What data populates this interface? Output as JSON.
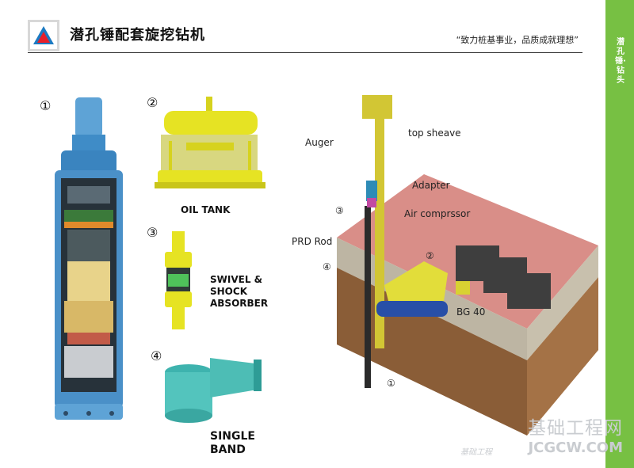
{
  "header": {
    "title": "潜孔锤配套旋挖钻机",
    "slogan": "“致力桩基事业，品质成就理想”"
  },
  "sidebar": {
    "text": "潜孔锤·钻头"
  },
  "components": [
    {
      "num": "①"
    },
    {
      "num": "②",
      "caption": "OIL TANK"
    },
    {
      "num": "③",
      "caption": "SWIVEL & SHOCK ABSORBER"
    },
    {
      "num": "④",
      "caption": "SINGLE BAND"
    }
  ],
  "rig_labels": {
    "top_sheave": "top sheave",
    "auger": "Auger",
    "adapter": "Adapter",
    "air_compressor": "Air comprssor",
    "prd_rod": "PRD Rod",
    "bg40": "BG 40",
    "n1": "①",
    "n2": "②",
    "n3": "③",
    "n4": "④"
  },
  "watermark": {
    "name": "基础工程网",
    "url": "JCGCW.COM",
    "small": "基础工程"
  },
  "colors": {
    "accent_green": "#77c043",
    "logo_red": "#e8202a",
    "logo_blue": "#1c7ac2"
  }
}
